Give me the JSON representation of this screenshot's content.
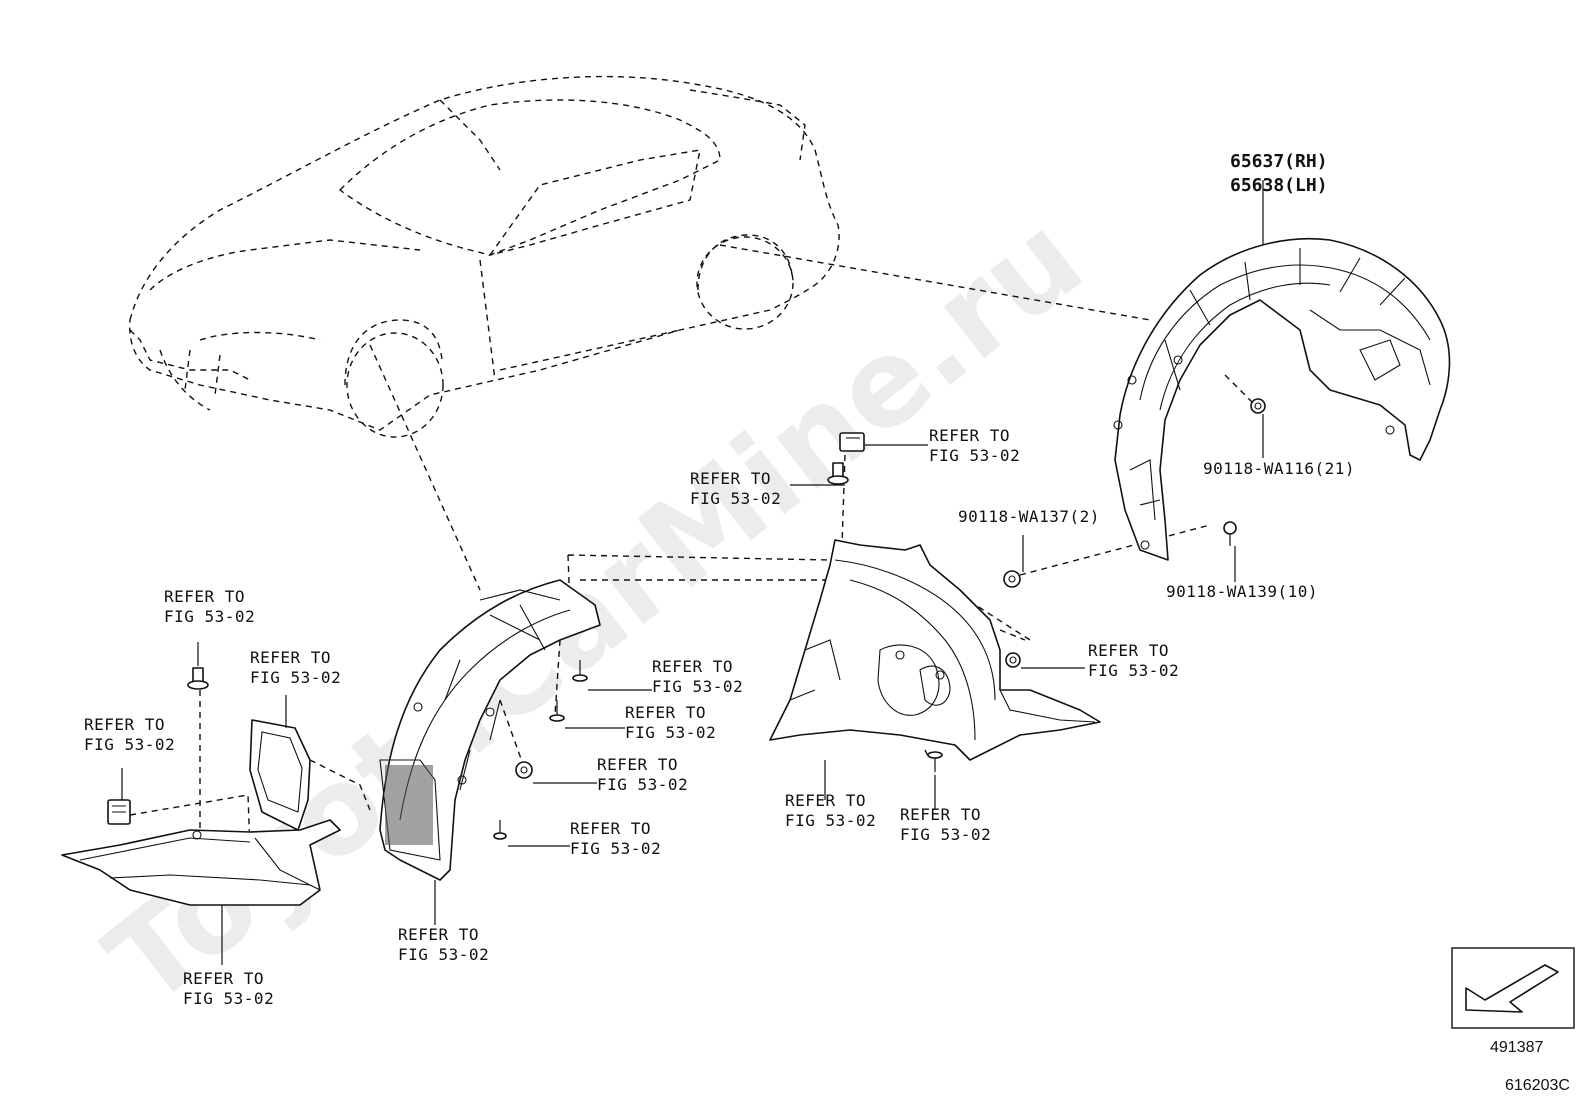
{
  "watermark": "ToyotaCarMine.ru",
  "labels": {
    "refer_to": "REFER TO",
    "fig": "FIG 53-02",
    "part_rh": "65637(RH)",
    "part_lh": "65638(LH)",
    "fastener_a": "90118-WA116(21)",
    "fastener_b": "90118-WA137(2)",
    "fastener_c": "90118-WA139(10)",
    "ref_code": "491387",
    "figure_code": "616203C"
  }
}
